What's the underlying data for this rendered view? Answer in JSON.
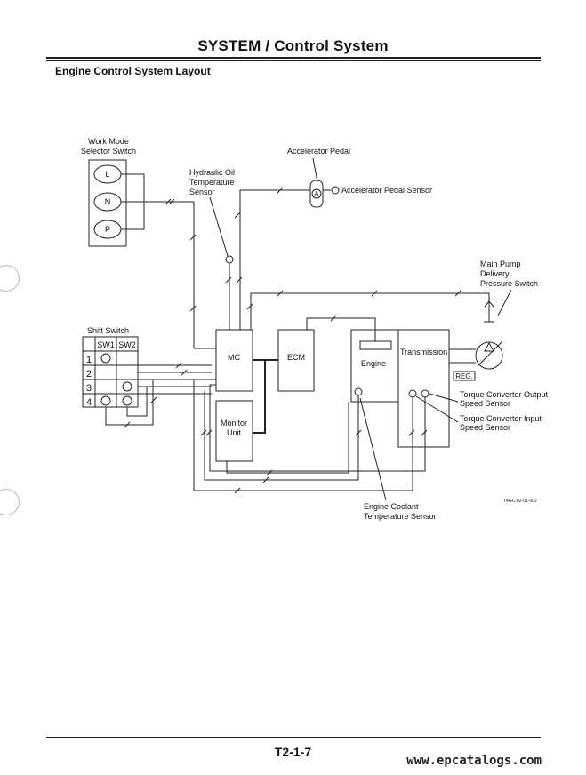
{
  "header": {
    "title": "SYSTEM / Control System"
  },
  "section": {
    "title": "Engine Control System Layout"
  },
  "diagram": {
    "work_mode_switch": {
      "label_line1": "Work Mode",
      "label_line2": "Selector Switch",
      "positions": [
        "L",
        "N",
        "P"
      ]
    },
    "accelerator_pedal": {
      "label": "Accelerator Pedal",
      "symbol": "A"
    },
    "accelerator_pedal_sensor": {
      "label": "Accelerator Pedal Sensor"
    },
    "hydraulic_oil_sensor": {
      "line1": "Hydraulic Oil",
      "line2": "Temperature",
      "line3": "Sensor"
    },
    "main_pump_switch": {
      "line1": "Main Pump",
      "line2": "Delivery",
      "line3": "Pressure Switch"
    },
    "shift_switch": {
      "label": "Shift Switch",
      "col1": "SW1",
      "col2": "SW2",
      "rows": [
        "1",
        "2",
        "3",
        "4"
      ]
    },
    "mc": "MC",
    "ecm": "ECM",
    "engine": "Engine",
    "transmission": "Transmission",
    "reg": "REG.",
    "monitor_unit": {
      "line1": "Monitor",
      "line2": "Unit"
    },
    "tc_output_sensor": {
      "line1": "Torque Converter Output",
      "line2": "Speed Sensor"
    },
    "tc_input_sensor": {
      "line1": "Torque Converter Input",
      "line2": "Speed Sensor"
    },
    "coolant_sensor": {
      "line1": "Engine Coolant",
      "line2": "Temperature Sensor"
    },
    "figure_code": "T4GC-02-01-002"
  },
  "footer": {
    "page_number": "T2-1-7",
    "watermark": "www.epcatalogs.com"
  }
}
